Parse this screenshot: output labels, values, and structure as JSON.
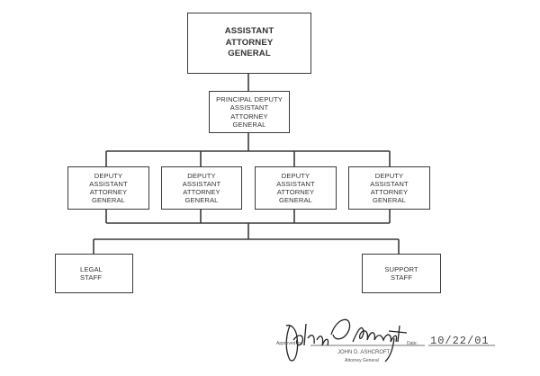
{
  "chart": {
    "top": "ASSISTANT\nATTORNEY\nGENERAL",
    "principal": "PRINCIPAL DEPUTY\nASSISTANT\nATTORNEY\nGENERAL",
    "deputies": [
      "DEPUTY\nASSISTANT\nATTORNEY\nGENERAL",
      "DEPUTY\nASSISTANT\nATTORNEY\nGENERAL",
      "DEPUTY\nASSISTANT\nATTORNEY\nGENERAL",
      "DEPUTY\nASSISTANT\nATTORNEY\nGENERAL"
    ],
    "legal": "LEGAL\nSTAFF",
    "support": "SUPPORT\nSTAFF"
  },
  "approval": {
    "approved_by_label": "Approved by:",
    "signature": "John Ashcroft",
    "name": "JOHN D. ASHCROFT",
    "title": "Attorney General",
    "date_label": "Date:",
    "date": "10/22/01"
  }
}
